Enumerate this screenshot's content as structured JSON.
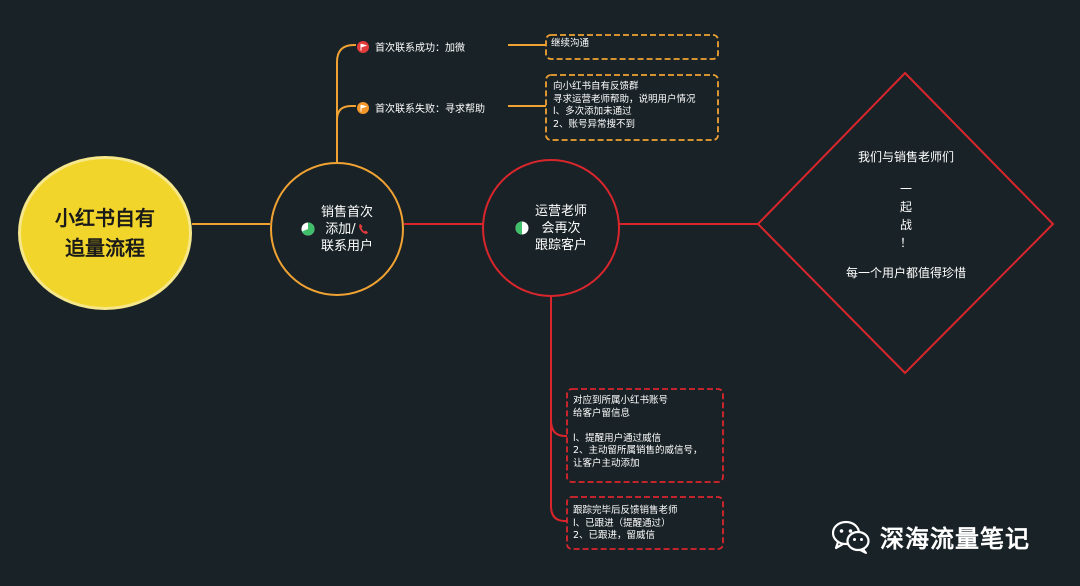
{
  "main_topic": {
    "line1": "小红书自有",
    "line2": "追量流程"
  },
  "node_sales": {
    "line1": "销售首次",
    "line2": "添加/",
    "line3": "联系用户"
  },
  "node_ops": {
    "line1": "运营老师",
    "line2": "会再次",
    "line3": "跟踪客户"
  },
  "branch_success": {
    "label": "首次联系成功：加微",
    "note_lines": [
      "继续沟通"
    ]
  },
  "branch_fail": {
    "label": "首次联系失败：寻求帮助",
    "note_lines": [
      "向小红书自有反馈群",
      "寻求运营老师帮助，说明用户情况",
      "l、多次添加未通过",
      "2、账号异常搜不到"
    ]
  },
  "note_account": {
    "lines": [
      "对应到所属小红书账号",
      "给客户留信息",
      "",
      "l、提醒用户通过威信",
      "2、主动留所属销售的威信号，",
      "让客户主动添加"
    ]
  },
  "note_feedback": {
    "lines": [
      "跟踪完毕后反馈销售老师",
      "l、已跟进（提醒通过）",
      "2、已跟进，留威信"
    ]
  },
  "diamond": {
    "line1": "我们与销售老师们",
    "vertical": [
      "一",
      "起",
      "战",
      "！"
    ],
    "line2": "每一个用户都值得珍惜"
  },
  "watermark": {
    "text": "深海流量笔记",
    "icon": "wechat-icon"
  },
  "colors": {
    "background": "#192227",
    "main_fill": "#f2d52b",
    "orange": "#f0a233",
    "red": "#d9262c",
    "text": "#ffffff"
  }
}
